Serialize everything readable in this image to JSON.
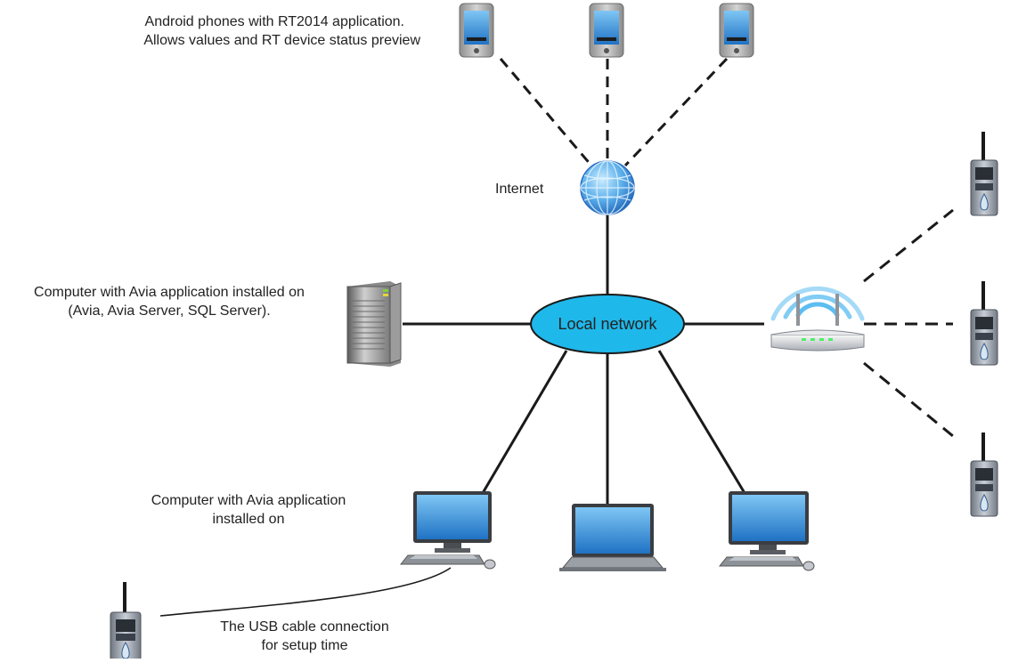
{
  "labels": {
    "phones": [
      "Android phones with RT2014 application.",
      "Allows values and RT device status preview"
    ],
    "internet": "Internet",
    "server": [
      "Computer with Avia application installed on",
      "(Avia, Avia Server, SQL Server)."
    ],
    "local_network": "Local network",
    "workstation": [
      "Computer with Avia application",
      "installed on"
    ],
    "usb": [
      "The USB cable connection",
      "for setup time"
    ]
  },
  "colors": {
    "local_network_fill": "#1fb8ea",
    "line": "#1a1a1a",
    "monitor_screen": "#2d8fd6",
    "router_wave": "#4ab6f0",
    "globe": "#3a8fe0"
  },
  "icons": {
    "phone": "smartphone-icon",
    "globe": "globe-icon",
    "server": "server-tower-icon",
    "router": "wifi-router-icon",
    "monitor": "desktop-computer-icon",
    "laptop": "laptop-icon",
    "logger": "wireless-data-logger-icon"
  }
}
